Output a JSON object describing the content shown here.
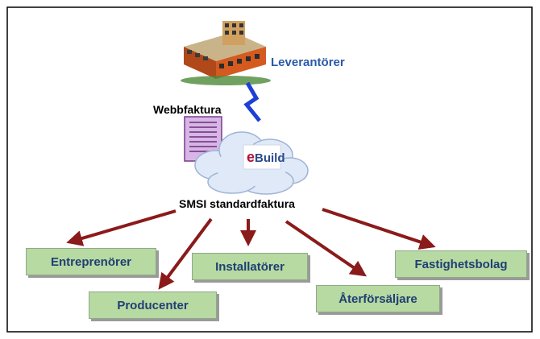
{
  "supplier_label": "Leverantörer",
  "web_invoice_label": "Webbfaktura",
  "platform_logo": {
    "prefix": "e",
    "suffix": "Build"
  },
  "standard_invoice_label": "SMSI standardfaktura",
  "recipients": {
    "entreprenorer": "Entreprenörer",
    "producenter": "Producenter",
    "installatorer": "Installatörer",
    "aterforsaljare": "Återförsäljare",
    "fastighetsbolag": "Fastighetsbolag"
  },
  "colors": {
    "box_fill": "#b7d9a2",
    "box_text": "#1f3f73",
    "arrow": "#8b1a1a",
    "lightning": "#1e3fd6",
    "cloud": "#dfe9f7",
    "supplier_text": "#2a5aa8"
  },
  "icons": [
    "office-building-icon",
    "lightning-bolt-icon",
    "invoice-document-icon",
    "cloud-icon"
  ]
}
